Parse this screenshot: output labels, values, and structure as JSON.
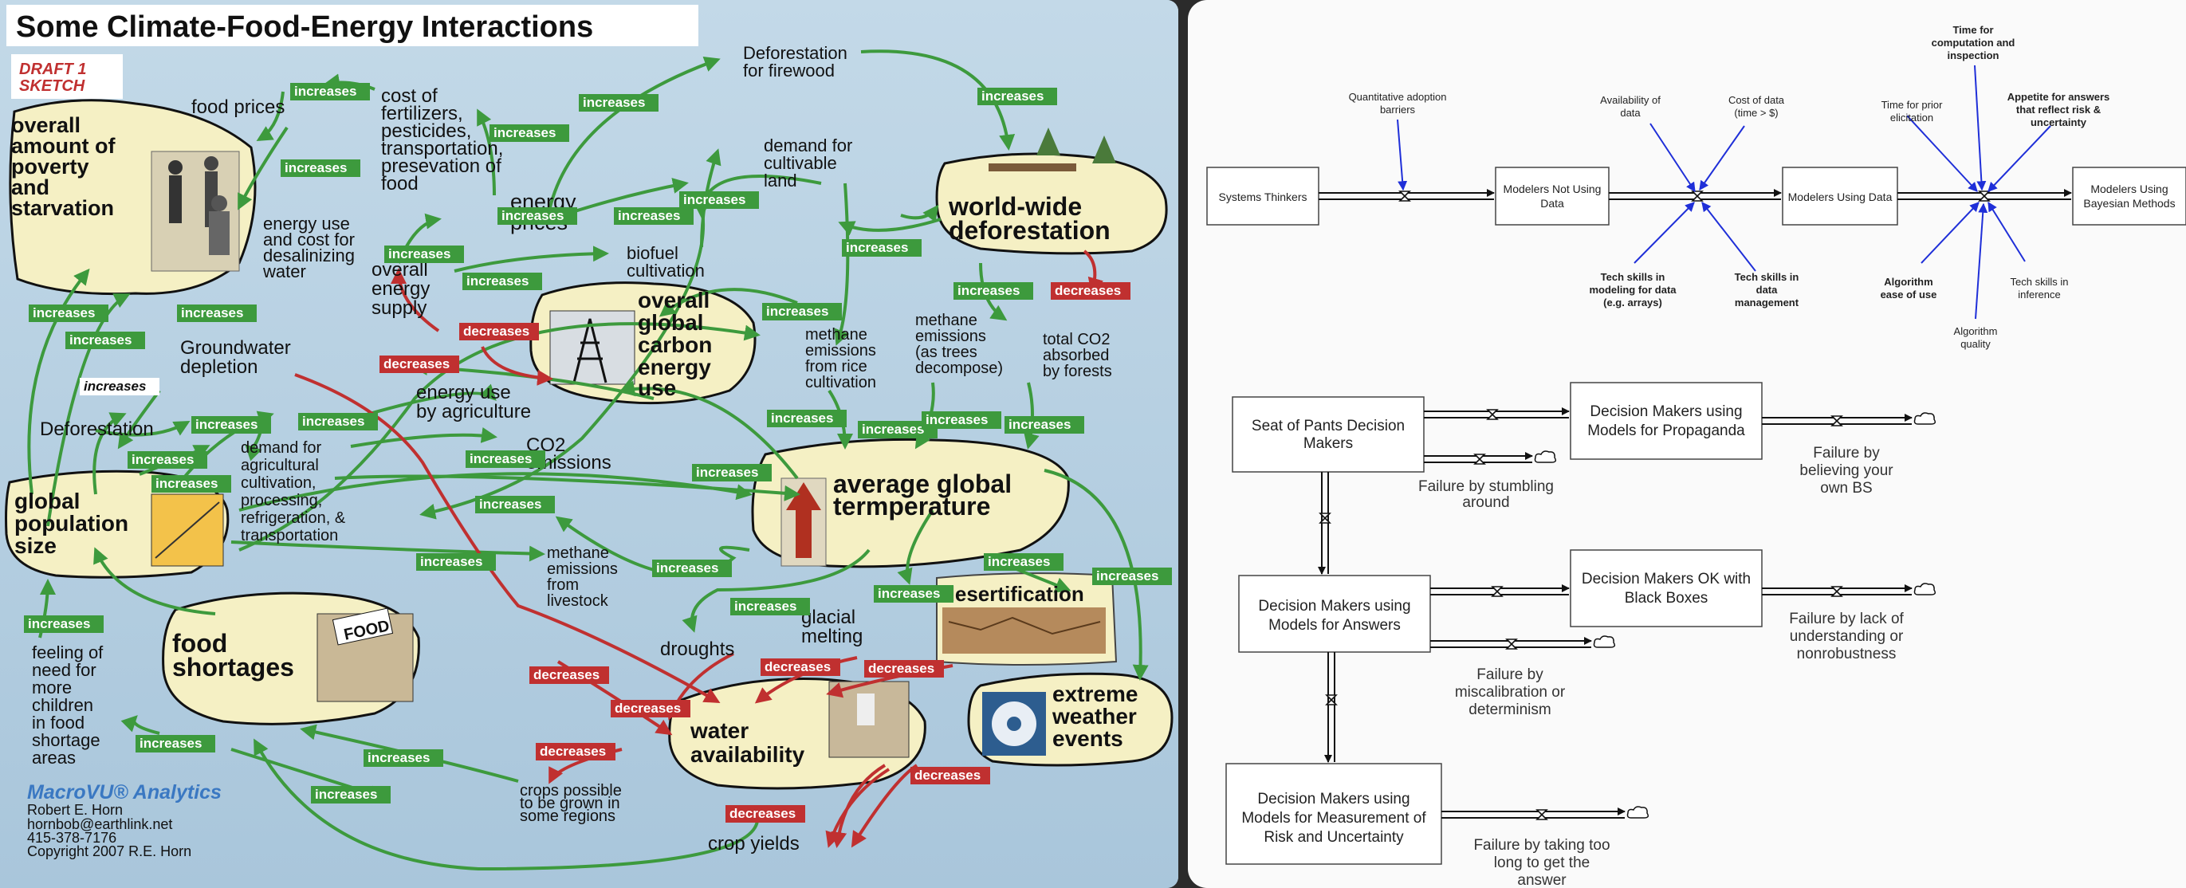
{
  "left": {
    "title": "Some Climate-Food-Energy Interactions",
    "draft": [
      "DRAFT 1",
      "SKETCH"
    ],
    "nodes": {
      "poverty": [
        "overall",
        "amount of",
        "poverty",
        "and",
        "starvation"
      ],
      "food_prices": "food prices",
      "cost_fertilizers": [
        "cost of",
        "fertilizers,",
        "pesticides,",
        "transportation,",
        "presevation of",
        "food"
      ],
      "deforestation_firewood": [
        "Deforestation",
        "for firewood"
      ],
      "demand_land": [
        "demand for",
        "cultivable",
        "land"
      ],
      "world_deforestation": [
        "world-wide",
        "deforestation"
      ],
      "energy_desalinizing": [
        "energy use",
        "and cost for",
        "desalinizing",
        "water"
      ],
      "energy_prices": [
        "energy",
        "prices"
      ],
      "biofuel": [
        "biofuel",
        "cultivation"
      ],
      "overall_energy": [
        "overall",
        "energy",
        "supply"
      ],
      "carbon_energy": [
        "overall",
        "global",
        "carbon",
        "energy",
        "use"
      ],
      "methane_rice": [
        "methane",
        "emissions",
        "from rice",
        "cultivation"
      ],
      "methane_trees": [
        "methane",
        "emissions",
        "(as trees",
        "decompose)"
      ],
      "total_co2": [
        "total CO2",
        "absorbed",
        "by forests"
      ],
      "groundwater": [
        "Groundwater",
        "depletion"
      ],
      "energy_agriculture": [
        "energy use",
        "by agriculture"
      ],
      "deforestation": "Deforestation",
      "co2_emissions": [
        "CO2",
        "emissions"
      ],
      "demand_agricultural": [
        "demand for",
        "agricultural",
        "cultivation,",
        "processing,",
        "refrigeration, &",
        "transportation"
      ],
      "avg_temp": [
        "average global",
        "termperature"
      ],
      "population": [
        "global",
        "population",
        "size"
      ],
      "methane_livestock": [
        "methane",
        "emissions",
        "from",
        "livestock"
      ],
      "desertification": "desertification",
      "food_shortages": [
        "food",
        "shortages"
      ],
      "droughts": "droughts",
      "glacial": [
        "glacial",
        "melting"
      ],
      "water_availability": [
        "water",
        "availability"
      ],
      "extreme_weather": [
        "extreme",
        "weather",
        "events"
      ],
      "feeling_children": [
        "feeling of",
        "need for",
        "more",
        "children",
        "in food",
        "shortage",
        "areas"
      ],
      "crops_possible": [
        "crops possible",
        "to be grown in",
        "some regions"
      ],
      "crop_yields": "crop yields"
    },
    "labels": {
      "increases": "increases",
      "decreases": "decreases"
    },
    "food_sign": "FOOD",
    "credits": {
      "brand": "MacroVU® Analytics",
      "name": "Robert E. Horn",
      "email": "hornbob@earthlink.net",
      "phone": "415-378-7176",
      "copyright": "Copyright 2007 R.E. Horn"
    },
    "colors": {
      "background": "#b9d2e3",
      "node_fill": "#f5f0c4",
      "increase_green": "#3d9a3d",
      "decrease_red": "#c03030"
    }
  },
  "right": {
    "stocks": {
      "systems_thinkers": "Systems Thinkers",
      "modelers_not": [
        "Modelers Not Using",
        "Data"
      ],
      "modelers_using": "Modelers Using Data",
      "modelers_bayes": [
        "Modelers Using",
        "Bayesian Methods"
      ],
      "seat_of_pants": [
        "Seat of Pants Decision",
        "Makers"
      ],
      "propaganda": [
        "Decision Makers using",
        "Models for Propaganda"
      ],
      "answers": [
        "Decision Makers using",
        "Models for Answers"
      ],
      "black_boxes": [
        "Decision Makers OK with",
        "Black Boxes"
      ],
      "measurement": [
        "Decision Makers using",
        "Models for Measurement of",
        "Risk and Uncertainty"
      ]
    },
    "factors": {
      "quant_barriers": [
        "Quantitative adoption",
        "barriers"
      ],
      "availability": [
        "Availability of",
        "data"
      ],
      "cost_data": [
        "Cost of data",
        "(time > $)"
      ],
      "tech_arrays": [
        "Tech skills in",
        "modeling for data",
        "(e.g. arrays)"
      ],
      "tech_mgmt": [
        "Tech skills in",
        "data",
        "management"
      ],
      "time_computation": [
        "Time for",
        "computation and",
        "inspection"
      ],
      "time_prior": [
        "Time for prior",
        "elicitation"
      ],
      "appetite": [
        "Appetite for answers",
        "that reflect risk &",
        "uncertainty"
      ],
      "algorithm_ease": [
        "Algorithm",
        "ease of use"
      ],
      "tech_inference": [
        "Tech skills in",
        "inference"
      ],
      "algorithm_quality": [
        "Algorithm",
        "quality"
      ]
    },
    "failures": {
      "stumbling": [
        "Failure by stumbling",
        "around"
      ],
      "believing": [
        "Failure by",
        "believing your",
        "own BS"
      ],
      "miscalibration": [
        "Failure by",
        "miscalibration or",
        "determinism"
      ],
      "lack_understanding": [
        "Failure by lack of",
        "understanding or",
        "nonrobustness"
      ],
      "too_long": [
        "Failure by taking too",
        "long to get the",
        "answer"
      ]
    },
    "colors": {
      "link_blue": "#1f2fd8",
      "stock_border": "#333333"
    }
  }
}
